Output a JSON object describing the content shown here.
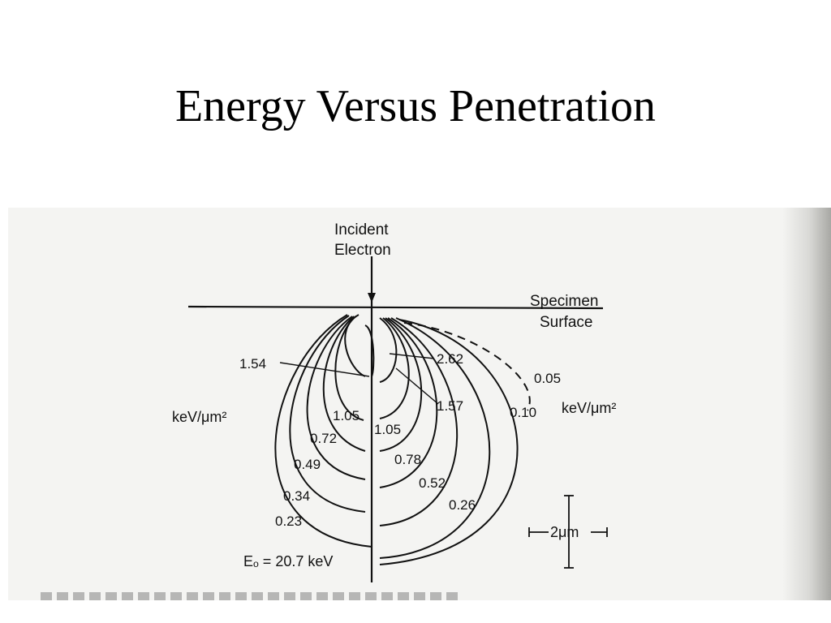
{
  "title": "Energy Versus Penetration",
  "figure": {
    "incident_line1": "Incident",
    "incident_line2": "Electron",
    "specimen_line1": "Specimen",
    "specimen_line2": "Surface",
    "unit_left": "keV/μm²",
    "unit_right": "keV/μm²",
    "beam_energy": "Eₒ = 20.7 keV",
    "scale_bar": "2μm",
    "left_contour_labels": [
      "1.54",
      "1.05",
      "0.72",
      "0.49",
      "0.34",
      "0.23"
    ],
    "right_contour_labels": [
      "2.62",
      "1.57",
      "1.05",
      "0.78",
      "0.52",
      "0.26",
      "0.10",
      "0.05"
    ]
  }
}
